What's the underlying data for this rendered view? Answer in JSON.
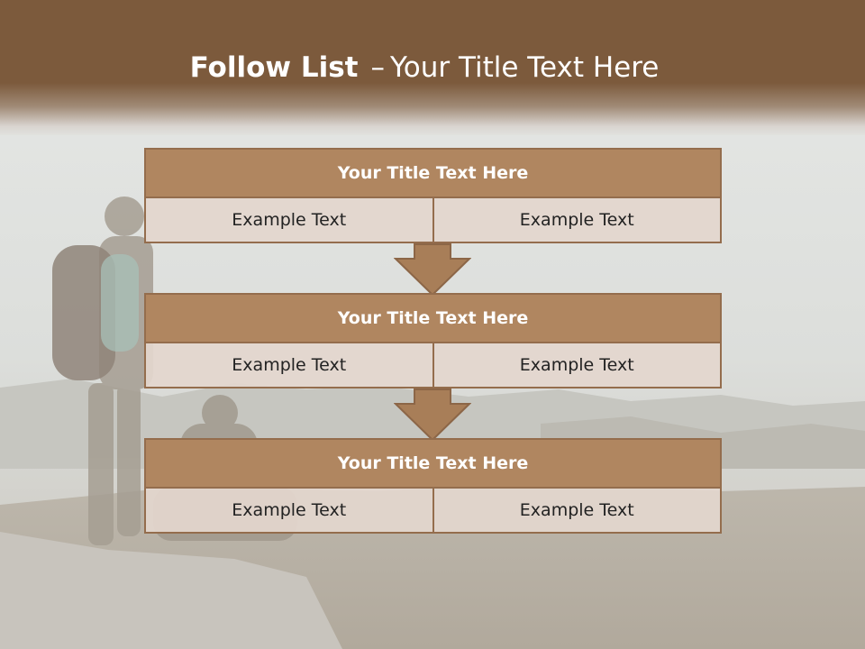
{
  "slide": {
    "title_bold": "Follow List",
    "title_dash": "–",
    "title_rest": "Your Title Text Here"
  },
  "blocks": [
    {
      "title": "Your Title Text Here",
      "cells": [
        "Example Text",
        "Example Text"
      ]
    },
    {
      "title": "Your Title Text Here",
      "cells": [
        "Example Text",
        "Example Text"
      ]
    },
    {
      "title": "Your Title Text Here",
      "cells": [
        "Example Text",
        "Example Text"
      ]
    }
  ],
  "colors": {
    "header": "#7c5a3c",
    "block_title": "#b08660",
    "block_border": "#946d4d",
    "cell_bg": "#e3d6cd"
  },
  "icons": [
    "down-arrow-icon"
  ]
}
